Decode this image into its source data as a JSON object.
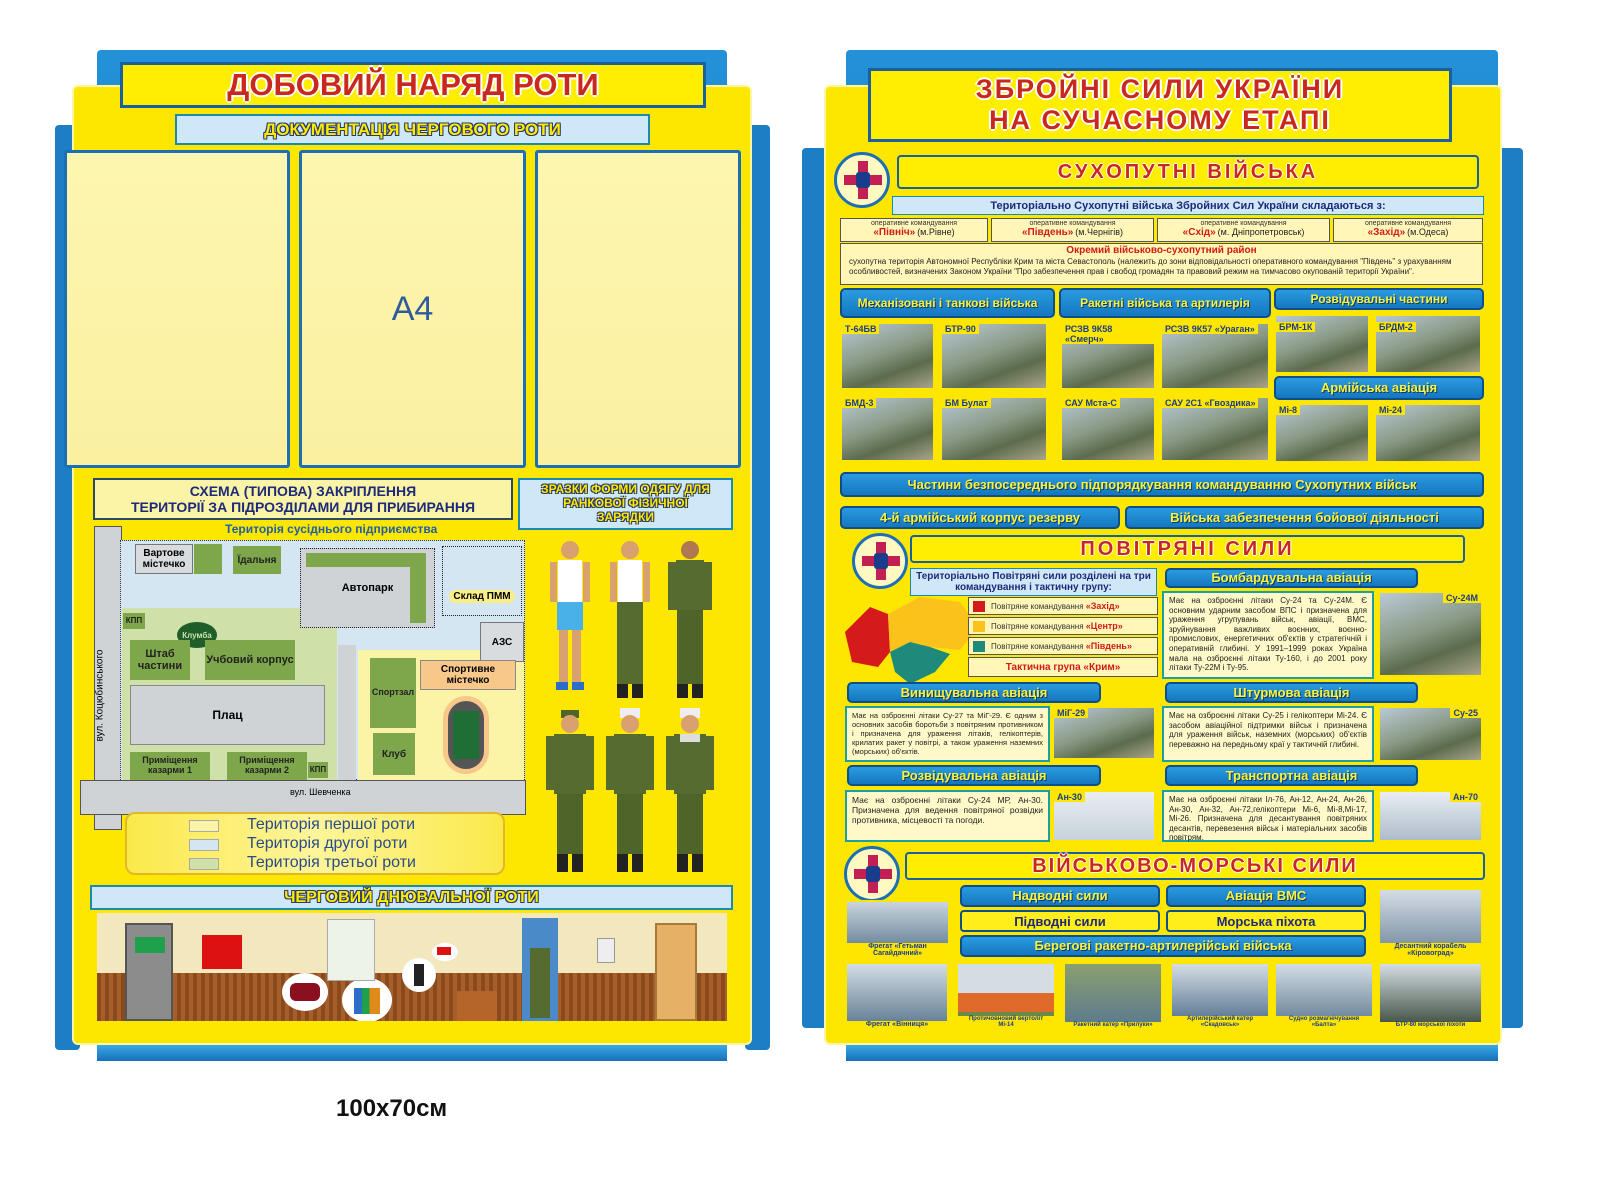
{
  "left": {
    "title": "ДОБОВИЙ НАРЯД РОТИ",
    "subtitle": "ДОКУМЕНТАЦІЯ ЧЕРГОВОГО РОТИ",
    "pocket_label": "A4",
    "scheme_title_1": "СХЕМА (ТИПОВА) ЗАКРІПЛЕННЯ",
    "scheme_title_2": "ТЕРИТОРІЇ ЗА ПІДРОЗДІЛАМИ ДЛЯ ПРИБИРАННЯ",
    "uniform_title": "ЗРАЗКИ ФОРМИ ОДЯГУ ДЛЯ РАНКОВОЇ ФІЗИЧНОЇ ЗАРЯДКИ",
    "map": {
      "neighbor": "Територія сусіднього підприємства",
      "guard": "Вартове містечко",
      "canteen": "Їдальня",
      "motorpool": "Автопарк",
      "fuel_depot": "Склад ПММ",
      "checkpoint": "КПП",
      "flowerbed": "Клумба",
      "hq": "Штаб частини",
      "training": "Учбовий корпус",
      "gas": "АЗС",
      "gym": "Спортзал",
      "sports": "Спортивне містечко",
      "parade": "Плац",
      "club": "Клуб",
      "barracks1": "Приміщення казарми 1",
      "barracks2": "Приміщення казарми 2",
      "street_left": "вул. Коцюбинського",
      "street_bottom": "вул. Шевченка"
    },
    "legend": [
      {
        "label": "Територія першої роти",
        "color": "#fbf3a6"
      },
      {
        "label": "Територія другої роти",
        "color": "#d3e6f2"
      },
      {
        "label": "Територія третьої роти",
        "color": "#cfe0a8"
      }
    ],
    "duty_title": "ЧЕРГОВИЙ ДНЮВАЛЬНОЇ РОТИ",
    "size": "100x70см"
  },
  "right": {
    "title_1": "ЗБРОЙНІ СИЛИ УКРАЇНИ",
    "title_2": "НА СУЧАСНОМУ ЕТАПІ",
    "land": {
      "title": "СУХОПУТНІ ВІЙСЬКА",
      "subtitle": "Територіально Сухопутні війська Збройних Сил України складаються з:",
      "commands": [
        {
          "pre": "оперативне командування",
          "name": "«Північ»",
          "city": "(м.Рівне)"
        },
        {
          "pre": "оперативне командування",
          "name": "«Південь»",
          "city": "(м.Чернігів)"
        },
        {
          "pre": "оперативне командування",
          "name": "«Схід»",
          "city": "(м. Дніпропетровськ)"
        },
        {
          "pre": "оперативне командування",
          "name": "«Захід»",
          "city": "(м.Одеса)"
        }
      ],
      "district_title": "Окремий військово-сухопутний район",
      "district_text": "сухопутна територія Автономної Республіки Крим та міста Севастополь (належить до зони відповідальності оперативного командування \"Південь\" з урахуванням особливостей, визначених Законом України \"Про забезпечення прав і свобод громадян та правовий режим на тимчасово окупованій території України\".",
      "sections": [
        "Механізовані і танкові війська",
        "Ракетні війська та артилерія",
        "Розвідувальні частини",
        "Армійська авіація"
      ],
      "photos": [
        "Т-64БВ",
        "БТР-90",
        "РСЗВ 9К58 «Смерч»",
        "РСЗВ 9К57 «Ураган»",
        "БРМ-1К",
        "БРДМ-2",
        "БМД-3",
        "БМ Булат",
        "САУ Мста-С",
        "САУ 2С1 «Гвоздика»",
        "Мі-8",
        "Мі-24"
      ],
      "bar_1": "Частини безпосереднього підпорядкування  командуванню Сухопутних військ",
      "bar_2": "4-й армійський корпус резерву",
      "bar_3": "Війська забезпечення бойової діяльності"
    },
    "air": {
      "title": "ПОВІТРЯНІ СИЛИ",
      "intro": "Територіально Повітряні сили розділені на три командування і тактичну групу:",
      "commands": [
        {
          "pre": "Повітряне командування",
          "name": "«Захід»",
          "color": "#d41a1a"
        },
        {
          "pre": "Повітряне командування",
          "name": "«Центр»",
          "color": "#fcc21c"
        },
        {
          "pre": "Повітряне командування",
          "name": "«Південь»",
          "color": "#1f8a7c"
        }
      ],
      "tactical": "Тактична група «Крим»",
      "blocks": [
        {
          "title": "Бомбардувальна авіація",
          "text": "Має на озброєнні літаки Су-24 та Су-24М. Є основним ударним засобом ВПС і призначена для ураження угрупувань військ, авіації, ВМС, зруйнування важливих воєнних, воєнно-промислових, енергетичних об'єктів у стратегічній і оперативній глибині. У 1991–1999 роках Україна мала на озброєнні літаки Ту-160, і до 2001 року літаки Ту-22М і Ту-95.",
          "photo": "Су-24М"
        },
        {
          "title": "Винищувальна авіація",
          "text": "Має на озброєнні літаки Су-27 та МіГ-29. Є одним з основних засобів боротьби з повітряним противником і призначена для ураження літаків, гелікоптерів, крилатих ракет у повітрі, а також ураження наземних (морських) об'єктів.",
          "photo": "МіГ-29"
        },
        {
          "title": "Штурмова авіація",
          "text": "Має на озброєнні літаки Су-25 і гелікоптери Мі-24. Є засобом авіаційної підтримки військ і призначена для ураження військ, наземних (морських) об'єктів переважно на передньому краї у тактичній глибині.",
          "photo": "Су-25"
        },
        {
          "title": "Розвідувальна авіація",
          "text": "Має на озброєнні літаки Су-24 МР, Ан-30. Призначена для ведення повітряної розвідки противника, місцевості та погоди.",
          "photo": "Ан-30"
        },
        {
          "title": "Транспортна авіація",
          "text": "Має на озброєнні літаки Іл-76, Ан-12, Ан-24, Ан-26, Ан-30, Ан-32, Ан-72,гелікоптери Мі-6, Мі-8,Мі-17, Мі-26. Призначена для десантування повітряних десантів, перевезення військ і матеріальних засобів повітрям.",
          "photo": "Ан-70"
        }
      ]
    },
    "navy": {
      "title": "ВІЙСЬКОВО-МОРСЬКІ СИЛИ",
      "branches": [
        "Надводні сили",
        "Авіація ВМС",
        "Підводні сили",
        "Морська піхота",
        "Берегові ракетно-артилерійські війська"
      ],
      "photos": [
        "Фрегат «Гетьман Сагайдачний»",
        "Десантний корабель «Кіровоград»",
        "Фрегат «Вінниця»",
        "Протичовновий вертоліт Мі-14",
        "Ракетний катер «Прилуки»",
        "Артилерійський катер «Скадовськ»",
        "Судно розмагнічування «Балта»",
        "БТР-80 морської піхоти"
      ]
    }
  }
}
